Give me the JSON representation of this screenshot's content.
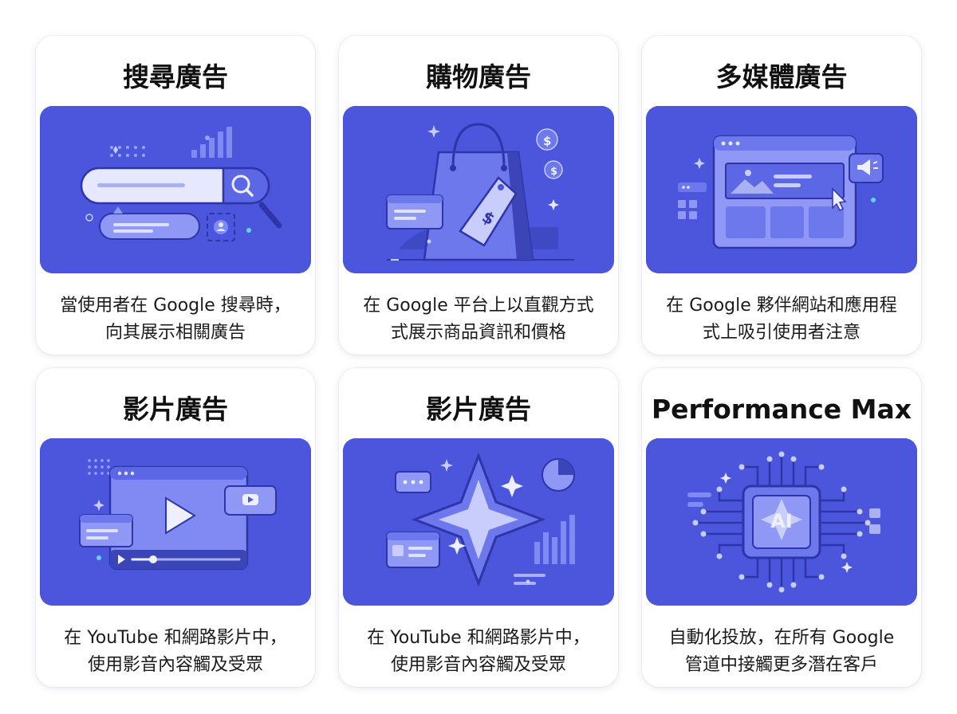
{
  "cards": [
    {
      "title": "搜尋廣告",
      "line1": "當使用者在 Google 搜尋時，",
      "line2": "向其展示相關廣告",
      "icon": "search-ad-illustration"
    },
    {
      "title": "購物廣告",
      "line1": "在 Google 平台上以直觀方式",
      "line2": "式展示商品資訊和價格",
      "icon": "shopping-bag-illustration"
    },
    {
      "title": "多媒體廣告",
      "line1": "在 Google 夥伴網站和應用程",
      "line2": "式上吸引使用者注意",
      "icon": "display-browser-illustration"
    },
    {
      "title": "影片廣告",
      "line1": "在 YouTube 和網路影片中，",
      "line2": "使用影音內容觸及受眾",
      "icon": "video-player-illustration"
    },
    {
      "title": "影片廣告",
      "line1": "在 YouTube 和網路影片中，",
      "line2": "使用影音內容觸及受眾",
      "icon": "sparkle-star-illustration"
    },
    {
      "title": "Performance Max",
      "line1": "自動化投放，在所有 Google",
      "line2": "管道中接觸更多潛在客戶",
      "icon": "ai-chip-illustration"
    }
  ],
  "chip_label": "AI",
  "colors": {
    "panel": "#4b56dc",
    "accent": "#7f8af2",
    "light": "#d7dcff",
    "title": "#111111"
  }
}
